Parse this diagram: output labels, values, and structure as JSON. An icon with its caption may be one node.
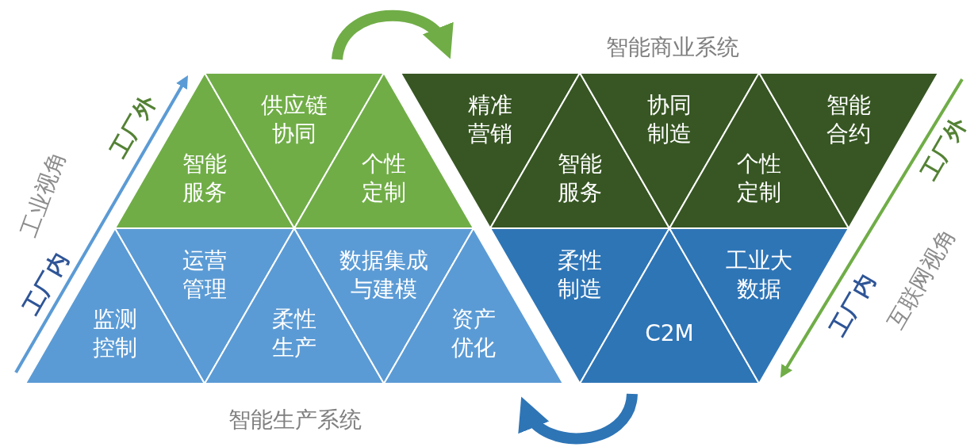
{
  "diagram": {
    "nodes": [
      {
        "text": [
          "智能服务"
        ]
      },
      {
        "text": [
          "供应链协同"
        ]
      },
      {
        "text": [
          "个性定制"
        ]
      },
      {
        "text": [
          "精准营销"
        ]
      },
      {
        "text": [
          "智能服务"
        ]
      },
      {
        "text": [
          "协同制造"
        ]
      },
      {
        "text": [
          "个性定制"
        ]
      },
      {
        "text": [
          "智能合约"
        ]
      },
      {
        "text": [
          "监测控制"
        ]
      },
      {
        "text": [
          "运营管理"
        ]
      },
      {
        "text": [
          "柔性生产"
        ]
      },
      {
        "text": [
          "数据集成与建模"
        ]
      },
      {
        "text": [
          "资产优化"
        ]
      },
      {
        "text": [
          "柔性制造"
        ]
      },
      {
        "text": [
          "C2M"
        ]
      },
      {
        "text": [
          "工业大数据"
        ]
      }
    ],
    "labels": [
      "智能商业系统",
      "工厂外",
      "工业视角",
      "工厂外",
      "互联网视角",
      "工厂内",
      "工厂内",
      "智能生产系统"
    ]
  }
}
